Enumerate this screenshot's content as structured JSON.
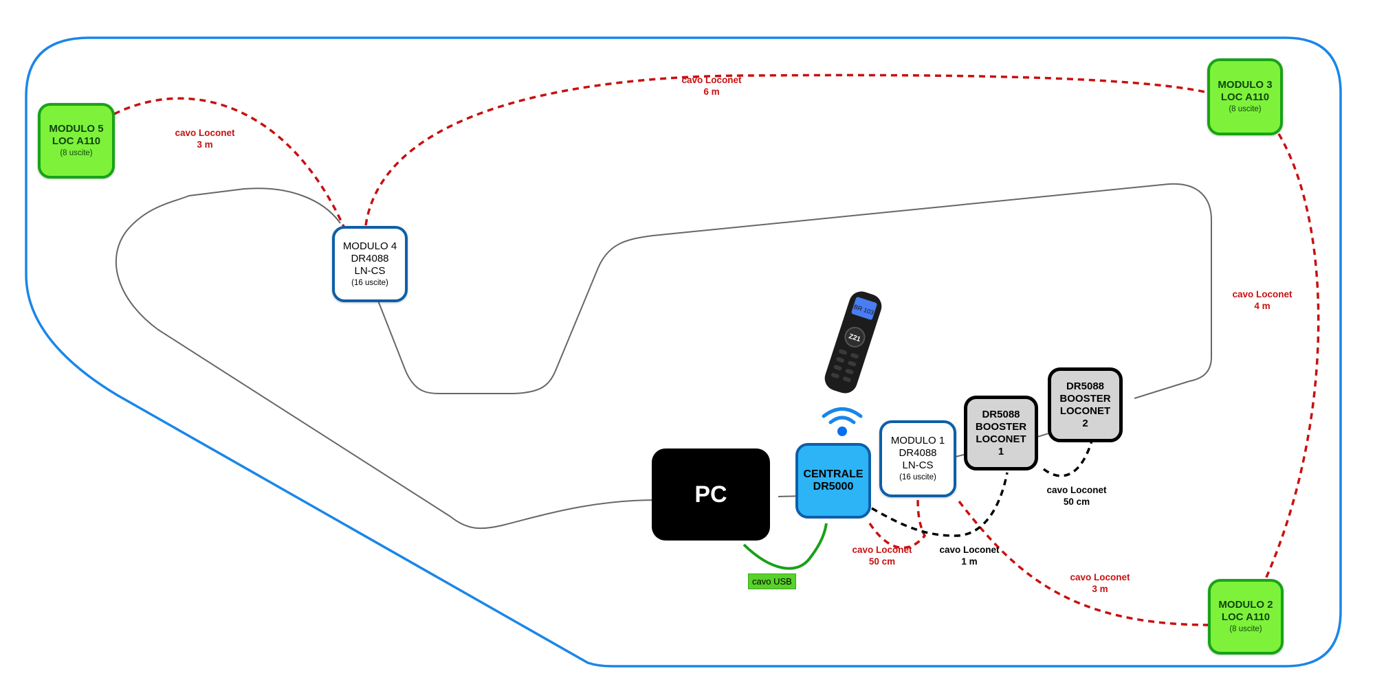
{
  "colors": {
    "room_outline": "#1a86e8",
    "track": "#666666",
    "loconet_red": "#c81010",
    "loconet_black": "#000000",
    "usb_cable": "#19a019",
    "green_module_fill": "#7ef23a",
    "green_module_border": "#17a317",
    "dr4088_border": "#0d5fa8",
    "booster_fill": "#d4d4d4",
    "central_fill": "#2cb4f7",
    "pc_fill": "#000000"
  },
  "nodes": {
    "modulo5": {
      "lines": [
        "MODULO 5",
        "LOC A110"
      ],
      "sub": "(8 uscite)"
    },
    "modulo4": {
      "lines": [
        "MODULO 4",
        "DR4088",
        "LN-CS"
      ],
      "sub": "(16 uscite)"
    },
    "modulo3": {
      "lines": [
        "MODULO 3",
        "LOC A110"
      ],
      "sub": "(8 uscite)"
    },
    "modulo2": {
      "lines": [
        "MODULO 2",
        "LOC A110"
      ],
      "sub": "(8 uscite)"
    },
    "modulo1": {
      "lines": [
        "MODULO 1",
        "DR4088",
        "LN-CS"
      ],
      "sub": "(16 uscite)"
    },
    "booster1": {
      "lines": [
        "DR5088",
        "BOOSTER",
        "LOCONET",
        "1"
      ]
    },
    "booster2": {
      "lines": [
        "DR5088",
        "BOOSTER",
        "LOCONET",
        "2"
      ]
    },
    "centrale": {
      "lines": [
        "CENTRALE",
        "DR5000"
      ]
    },
    "pc": {
      "lines": [
        "PC"
      ]
    }
  },
  "cable_labels": {
    "m5_m4": [
      "cavo Loconet",
      "3 m"
    ],
    "m4_m3": [
      "cavo Loconet",
      "6 m"
    ],
    "m3_m2": [
      "cavo Loconet",
      "4 m"
    ],
    "m1_m2": [
      "cavo Loconet",
      "3 m"
    ],
    "centrale_m1": [
      "cavo Loconet",
      "50 cm"
    ],
    "centrale_b1": [
      "cavo Loconet",
      "1 m"
    ],
    "b1_b2": [
      "cavo Loconet",
      "50 cm"
    ],
    "usb": "cavo USB"
  },
  "devices": {
    "handheld": {
      "brand": "Z21",
      "screen": "BR 103"
    },
    "wifi": "wifi-signal"
  }
}
